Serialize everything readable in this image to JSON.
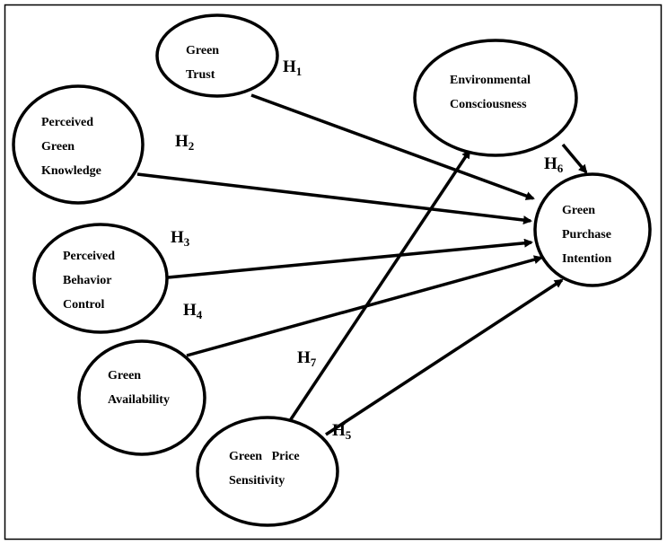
{
  "constructs": {
    "green_trust": [
      "Green",
      "Trust"
    ],
    "perceived_green_knowledge": [
      "Perceived",
      "Green",
      "Knowledge"
    ],
    "perceived_behavior_control": [
      "Perceived",
      "Behavior",
      "Control"
    ],
    "green_availability": [
      "Green",
      "Availability"
    ],
    "green_price_sensitivity": [
      "Green   Price",
      "Sensitivity"
    ],
    "environmental_consciousness": [
      "Environmental",
      "Consciousness"
    ],
    "green_purchase_intention": [
      "Green",
      "Purchase",
      "Intention"
    ]
  },
  "hypotheses": {
    "h1": {
      "letter": "H",
      "num": "1"
    },
    "h2": {
      "letter": "H",
      "num": "2"
    },
    "h3": {
      "letter": "H",
      "num": "3"
    },
    "h4": {
      "letter": "H",
      "num": "4"
    },
    "h5": {
      "letter": "H",
      "num": "5"
    },
    "h6": {
      "letter": "H",
      "num": "6"
    },
    "h7": {
      "letter": "H",
      "num": "7"
    }
  },
  "links": [
    {
      "from": "green_trust",
      "to": "green_purchase_intention",
      "hypothesis": "h1"
    },
    {
      "from": "perceived_green_knowledge",
      "to": "green_purchase_intention",
      "hypothesis": "h2"
    },
    {
      "from": "perceived_behavior_control",
      "to": "green_purchase_intention",
      "hypothesis": "h3"
    },
    {
      "from": "green_availability",
      "to": "green_purchase_intention",
      "hypothesis": "h4"
    },
    {
      "from": "green_price_sensitivity",
      "to": "green_purchase_intention",
      "hypothesis": "h5"
    },
    {
      "from": "environmental_consciousness",
      "to": "green_purchase_intention",
      "hypothesis": "h6"
    },
    {
      "from": "green_price_sensitivity",
      "to": "environmental_consciousness",
      "hypothesis": "h7"
    }
  ]
}
